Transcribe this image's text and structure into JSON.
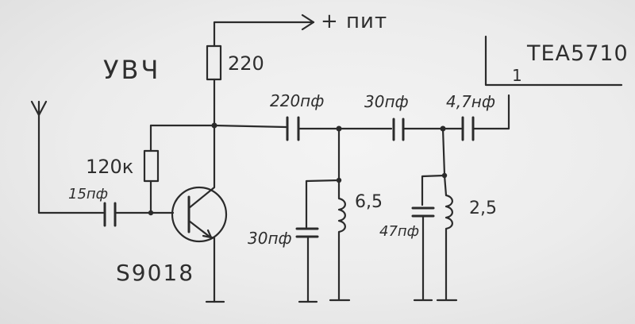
{
  "title": "УВЧ",
  "supply": "+ пит",
  "chip": {
    "name": "TEA5710",
    "pin": "1"
  },
  "transistor": "S9018",
  "components": {
    "r_collector": "220",
    "r_bias": "120к",
    "c_input": "15пф",
    "c_coupling1": "220пф",
    "c_coupling2": "30пф",
    "c_coupling3": "4,7нф",
    "c_tank1": "30пф",
    "l_tank1": "6,5",
    "c_tank2": "47пф",
    "l_tank2": "2,5"
  },
  "colors": {
    "ink": "#2b2b2b",
    "paper": "#ececec"
  }
}
